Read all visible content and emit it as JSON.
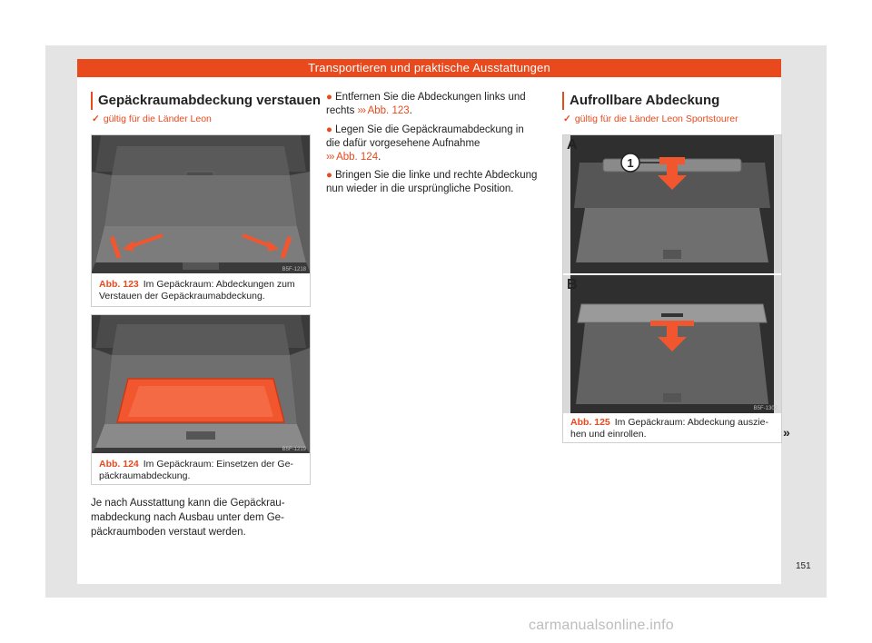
{
  "header": {
    "title": "Transportieren und praktische Ausstattungen"
  },
  "left": {
    "title": "Gepäckraumabdeckung verstauen",
    "validity": "gültig für die Länder Leon",
    "fig123": {
      "code": "B5F-1218",
      "num": "Abb. 123",
      "caption_line1": "Im Gepäckraum: Abdeckungen zum",
      "caption_line2": "Verstauen der Gepäckraumabdeckung."
    },
    "fig124": {
      "code": "B5F-1219",
      "num": "Abb. 124",
      "caption_line1": "Im Gepäckraum: Einsetzen der Ge-",
      "caption_line2": "päckraumabdeckung."
    },
    "body_line1": "Je nach Ausstattung kann die Gepäckrau-",
    "body_line2": "mabdeckung nach Ausbau unter dem Ge-",
    "body_line3": "päckraumboden verstaut werden."
  },
  "middle": {
    "bullet_symbol": "●",
    "ref_arrows": "›››",
    "b1_line1": "Entfernen Sie die Abdeckungen links und",
    "b1_line2": "rechts",
    "b1_ref": "Abb. 123",
    "b2_line1": "Legen Sie die Gepäckraumabdeckung in",
    "b2_line2": "die dafür vorgesehene Aufnahme",
    "b2_ref": "Abb. 124",
    "b3_line1": "Bringen Sie die linke und rechte Abdeckung",
    "b3_line2": "nun wieder in die ursprüngliche Position."
  },
  "right": {
    "title": "Aufrollbare Abdeckung",
    "validity": "gültig für die Länder Leon Sportstourer",
    "fig125": {
      "label_a": "A",
      "label_b": "B",
      "callout": "1",
      "code": "B5F-1302",
      "num": "Abb. 125",
      "caption_line1": "Im Gepäckraum: Abdeckung auszie-",
      "caption_line2": "hen und einrollen."
    }
  },
  "continue_mark": "»",
  "page_number": "151",
  "watermark": "carmanualsonline.info",
  "colors": {
    "accent": "#e8491d",
    "highlight": "#f2562e"
  }
}
